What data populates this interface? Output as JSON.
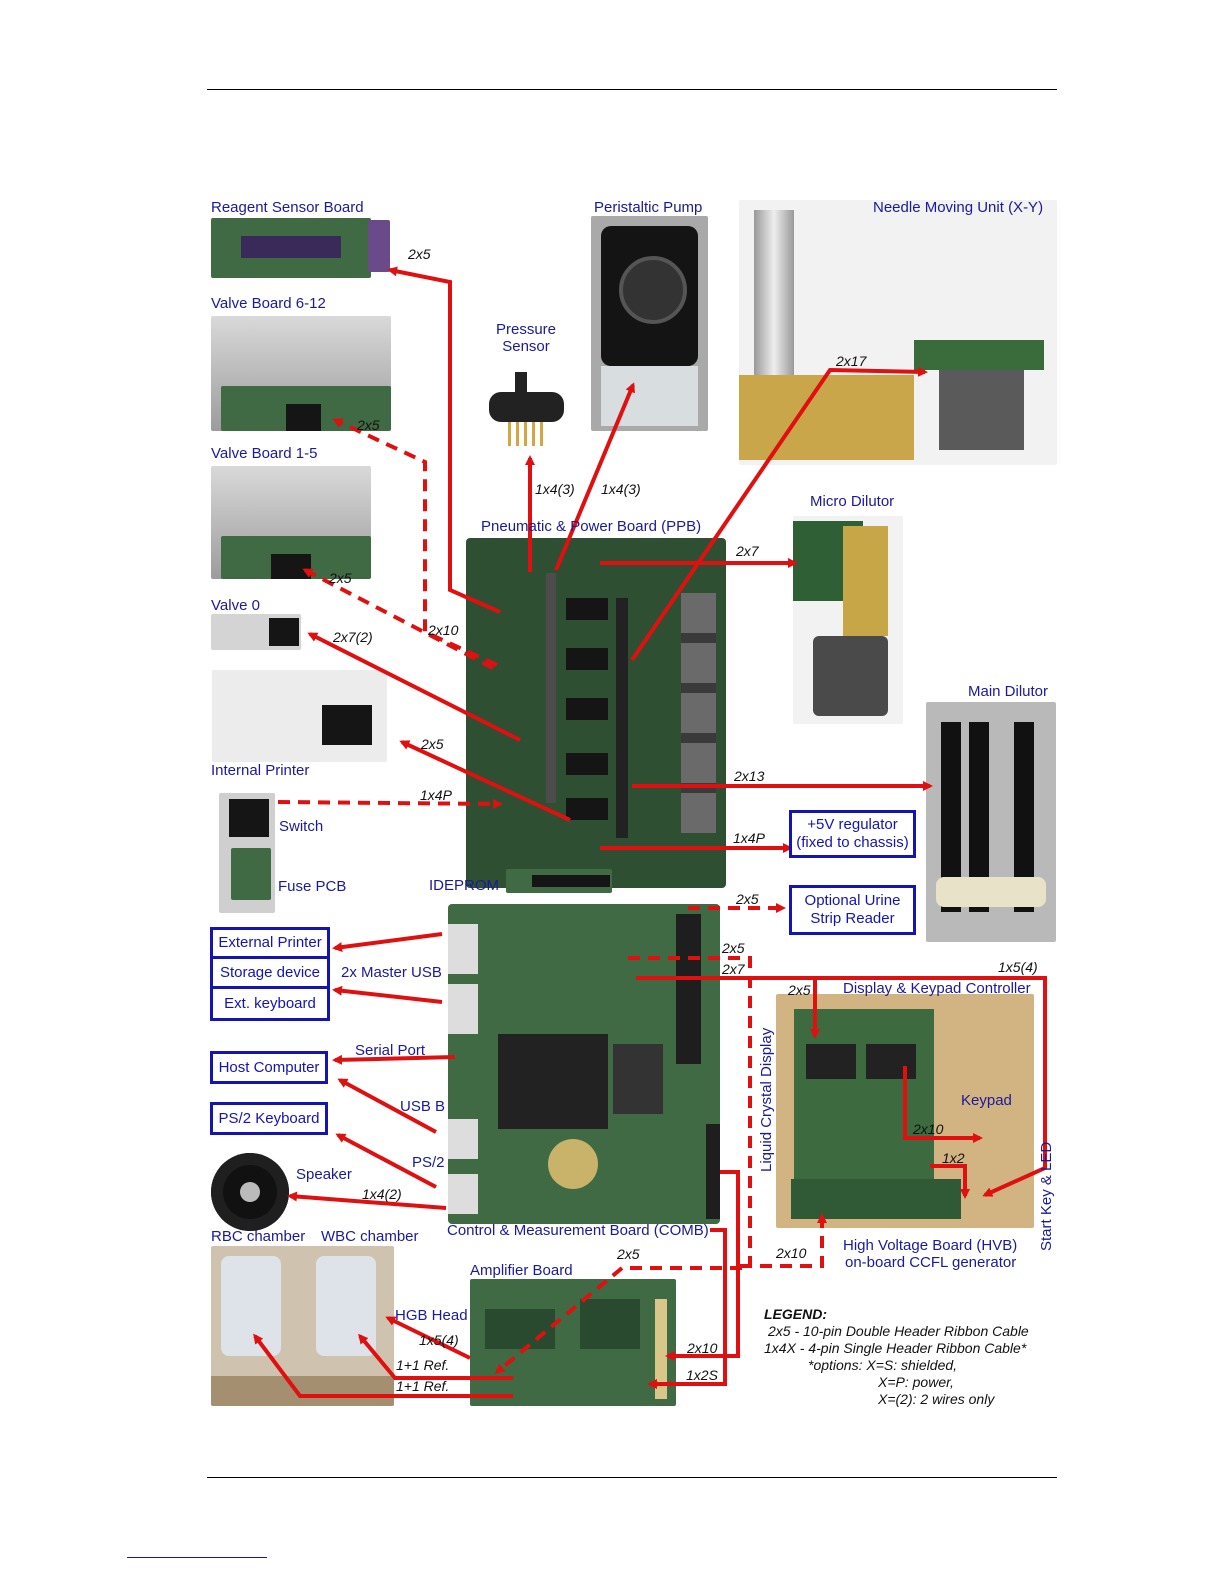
{
  "components": {
    "reagent_sensor_board": "Reagent Sensor Board",
    "peristaltic_pump": "Peristaltic Pump",
    "needle_moving_unit": "Needle  Moving  Unit (X-Y)",
    "valve_board_6_12": "Valve Board 6-12",
    "pressure_sensor": "Pressure Sensor",
    "valve_board_1_5": "Valve Board 1-5",
    "pneumatic_power_board": "Pneumatic &   Power Board (PPB)",
    "micro_dilutor": "Micro Dilutor",
    "valve_0": "Valve 0",
    "internal_printer": "Internal Printer",
    "main_dilutor": "Main Dilutor",
    "switch": "Switch",
    "fuse_pcb": "Fuse PCB",
    "ideprom": "IDEPROM",
    "master_usb": "2x Master USB",
    "serial_port": "Serial Port",
    "usb_b": "USB B",
    "ps2": "PS/2",
    "speaker": "Speaker",
    "comb": "Control & Measurement  Board (COMB)",
    "lcd": "Liquid Crystal Display",
    "display_keypad_controller": "Display  & Keypad Controller",
    "keypad": "Keypad",
    "start_key_led": "Start Key & LED",
    "hvb_line1": "High Voltage Board (HVB)",
    "hvb_line2": "on-board CCFL generator",
    "rbc_chamber": "RBC chamber",
    "wbc_chamber": "WBC chamber",
    "hgb_head": "HGB Head",
    "amplifier_board": "Amplifier Board"
  },
  "boxes": {
    "regulator": "+5V regulator (fixed to chassis)",
    "urine": "Optional Urine Strip Reader",
    "ext_printer": "External Printer",
    "storage": "Storage device",
    "ext_keyboard": "Ext. keyboard",
    "host_computer": "Host Computer",
    "ps2_keyboard": "PS/2 Keyboard"
  },
  "cables": {
    "reagent": "2x5",
    "valve612": "2x5",
    "valve15": "2x5",
    "ppb_2x10": "2x10",
    "valve0": "2x7(2)",
    "printer": "2x5",
    "switch": "1x4P",
    "pressure": "1x4(3)",
    "pump": "1x4(3)",
    "needle": "2x17",
    "micro": "2x7",
    "main": "2x13",
    "regulator": "1x4P",
    "urine": "2x5",
    "comb_2x5": "2x5",
    "comb_2x7": "2x7",
    "comb_1x5_4": "1x5(4)",
    "dkc_2x5": "2x5",
    "keypad_2x10": "2x10",
    "start_1x2": "1x2",
    "hvb_2x10": "2x10",
    "amp_2x5": "2x5",
    "speaker": "1x4(2)",
    "hgb": "1x5(4)",
    "ref1": "1+1 Ref.",
    "ref2": "1+1 Ref.",
    "amp_2x10": "2x10",
    "amp_1x2s": "1x2S"
  },
  "legend": {
    "title": "LEGEND:",
    "line1": "2x5 - 10-pin Double Header Ribbon Cable",
    "line2": "1x4X - 4-pin  Single Header Ribbon Cable*",
    "line3": "*options:   X=S: shielded,",
    "line4": "X=P: power,",
    "line5": "X=(2): 2 wires only"
  },
  "colors": {
    "label_blue": "#1a1a9a",
    "box_blue": "#1414b4",
    "cable_red": "#e01010"
  }
}
